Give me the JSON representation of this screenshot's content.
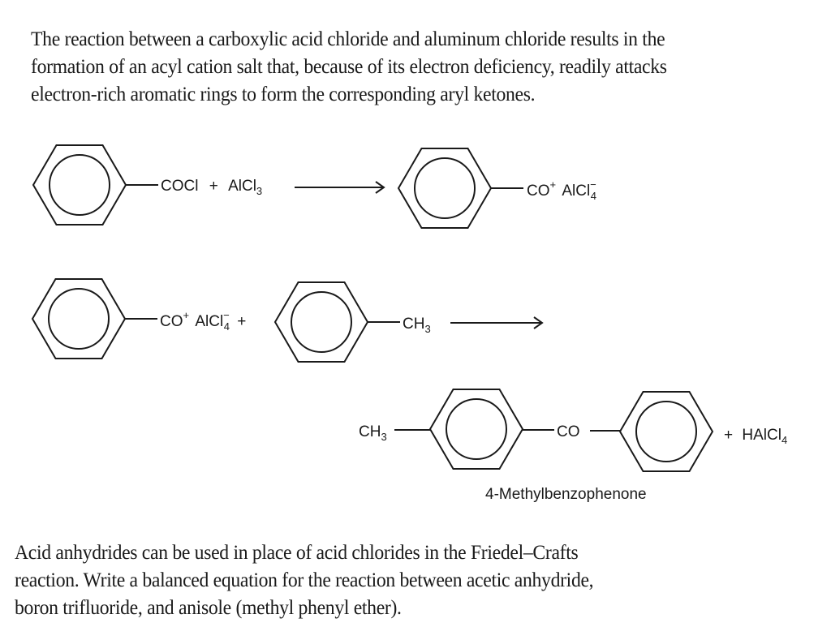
{
  "paragraph_intro": {
    "lines": [
      "The reaction between a carboxylic acid chloride and aluminum chloride results in the",
      "formation of an acyl cation salt that, because of its electron deficiency, readily attacks",
      "electron-rich aromatic rings to form the corresponding aryl ketones."
    ]
  },
  "scheme": {
    "reaction1": {
      "reactant1_substituent": "COCl",
      "plus": "+",
      "reagent": "AlCl",
      "reagent_sub": "3",
      "product_cation": "CO",
      "product_cation_sup": "+",
      "product_anion": "AlCl",
      "product_anion_sup": "−",
      "product_anion_sub": "4"
    },
    "reaction2": {
      "reactant1_cation": "CO",
      "reactant1_cation_sup": "+",
      "reactant1_anion": "AlCl",
      "reactant1_anion_sup": "−",
      "reactant1_anion_sub": "4",
      "plus": "+",
      "reactant2_substituent": "CH",
      "reactant2_substituent_sub": "3"
    },
    "reaction2_products": {
      "left_substituent": "CH",
      "left_substituent_sub": "3",
      "linker": "CO",
      "plus": "+",
      "byproduct": "HAlCl",
      "byproduct_sub": "4",
      "product_name": "4-Methylbenzophenone"
    }
  },
  "paragraph_question": {
    "lines": [
      "Acid anhydrides can be used in place of acid chlorides in the Friedel–Crafts",
      "reaction. Write a balanced equation for the reaction between acetic anhydride,",
      "boron trifluoride, and anisole (methyl phenyl ether)."
    ]
  }
}
